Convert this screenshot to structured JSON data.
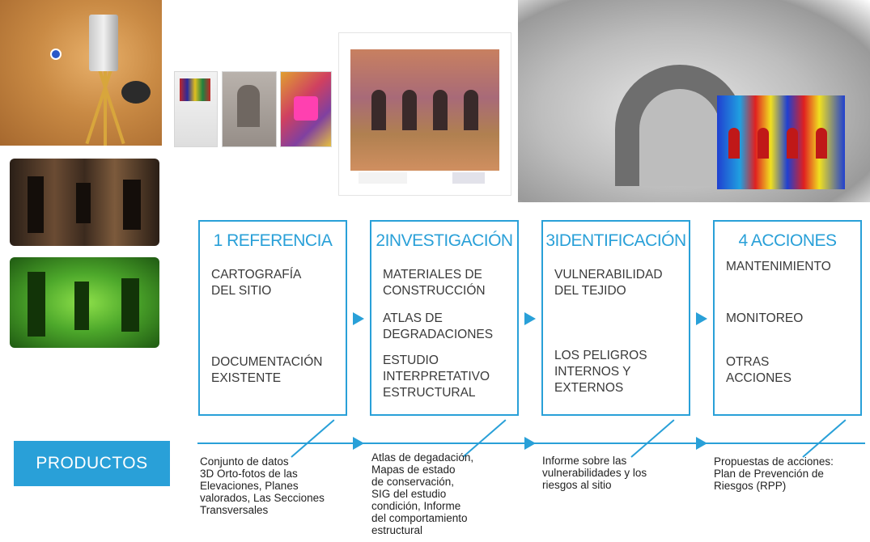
{
  "stages": [
    {
      "title": "1 REFERENCIA",
      "items": [
        "CARTOGRAFÍA\nDEL SITIO",
        "DOCUMENTACIÓN\nEXISTENTE"
      ]
    },
    {
      "title": "2INVESTIGACIÓN",
      "items": [
        "MATERIALES DE\nCONSTRUCCIÓN",
        "ATLAS DE\nDEGRADACIONES",
        "ESTUDIO\nINTERPRETATIVO\nESTRUCTURAL"
      ]
    },
    {
      "title": "3IDENTIFICACIÓN",
      "items": [
        "VULNERABILIDAD\nDEL TEJIDO",
        "LOS PELIGROS\nINTERNOS Y\nEXTERNOS"
      ]
    },
    {
      "title": "4 ACCIONES",
      "items": [
        "MANTENIMIENTO",
        "MONITOREO",
        "OTRAS\nACCIONES"
      ]
    }
  ],
  "products_label": "PRODUCTOS",
  "products": [
    "Conjunto de datos\n3D Orto-fotos de las\nElevaciones, Planes\nvalorados, Las Secciones\nTransversales",
    "Atlas de degadación,\nMapas de estado\nde conservación,\nSIG del estudio\ncondición, Informe\ndel comportamiento\nestructural",
    "Informe sobre las\nvulnerabilidades y los\nriesgos al sitio",
    "Propuestas de acciones:\nPlan de Prevención de\nRiesgos (RPP)"
  ],
  "colors": {
    "accent": "#29a0d8",
    "text": "#3a3a3a",
    "badge_text": "#ffffff"
  },
  "images": [
    "laser-scanner-photo",
    "interior-photo",
    "point-cloud-photo",
    "document-thumbnail",
    "niche-thumbnail",
    "color-map-thumbnail",
    "degradation-atlas-image",
    "3d-model-image"
  ]
}
